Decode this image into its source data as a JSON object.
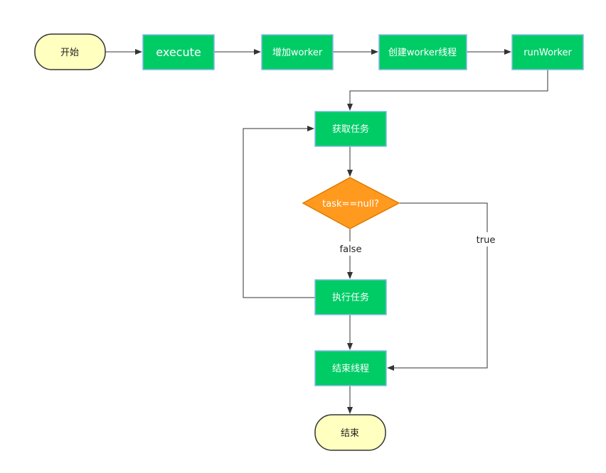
{
  "diagram": {
    "nodes": {
      "start": "开始",
      "execute": "execute",
      "add_worker": "增加worker",
      "create_thread": "创建worker线程",
      "run_worker": "runWorker",
      "get_task": "获取任务",
      "check_task": "task==null?",
      "run_task": "执行任务",
      "end_thread": "结束线程",
      "end": "结束"
    },
    "edge_labels": {
      "false": "false",
      "true": "true"
    },
    "colors": {
      "process_fill": "#00cc66",
      "process_stroke": "#82b8e6",
      "terminal_fill": "#ffffc0",
      "terminal_stroke": "#333333",
      "decision_fill": "#ff9a1f",
      "decision_stroke": "#e07b00",
      "edge": "#333333"
    }
  }
}
